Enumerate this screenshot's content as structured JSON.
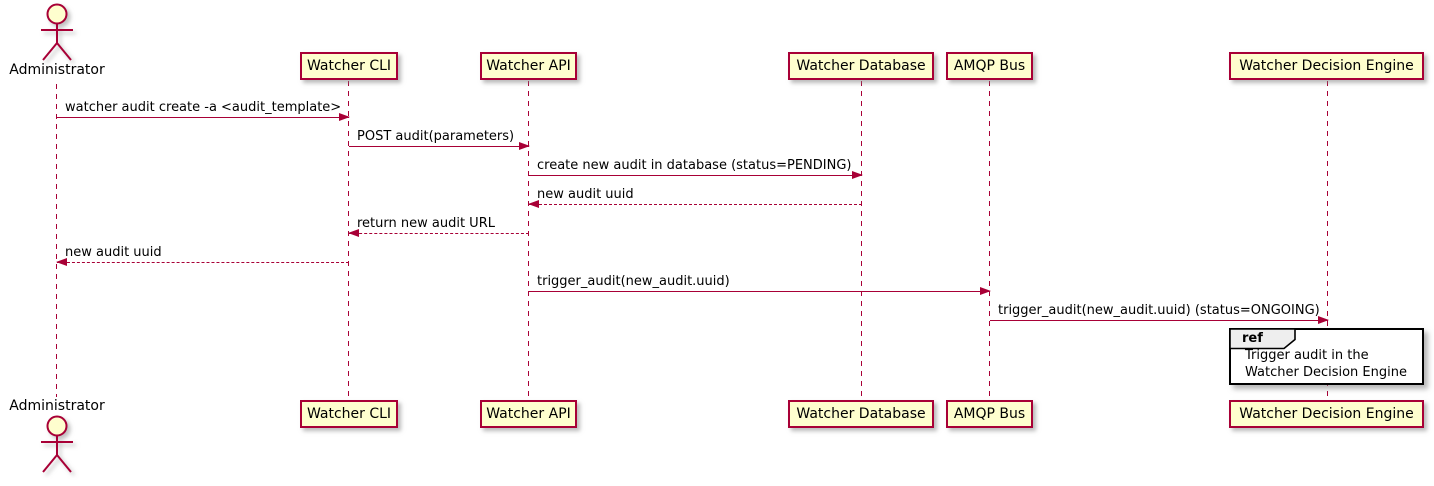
{
  "diagram_type": "sequence",
  "actor": {
    "label": "Administrator"
  },
  "participants": [
    {
      "label": "Watcher CLI"
    },
    {
      "label": "Watcher API"
    },
    {
      "label": "Watcher Database"
    },
    {
      "label": "AMQP Bus"
    },
    {
      "label": "Watcher Decision Engine"
    }
  ],
  "messages": [
    {
      "label": "watcher audit create -a <audit_template>",
      "from": "Administrator",
      "to": "Watcher CLI",
      "line": "solid",
      "direction": "right"
    },
    {
      "label": "POST audit(parameters)",
      "from": "Watcher CLI",
      "to": "Watcher API",
      "line": "solid",
      "direction": "right"
    },
    {
      "label": "create new audit in database (status=PENDING)",
      "from": "Watcher API",
      "to": "Watcher Database",
      "line": "solid",
      "direction": "right"
    },
    {
      "label": "new audit uuid",
      "from": "Watcher Database",
      "to": "Watcher API",
      "line": "dashed",
      "direction": "left"
    },
    {
      "label": "return new audit URL",
      "from": "Watcher API",
      "to": "Watcher CLI",
      "line": "dashed",
      "direction": "left"
    },
    {
      "label": "new audit uuid",
      "from": "Watcher CLI",
      "to": "Administrator",
      "line": "dashed",
      "direction": "left"
    },
    {
      "label": "trigger_audit(new_audit.uuid)",
      "from": "Watcher API",
      "to": "AMQP Bus",
      "line": "solid",
      "direction": "right"
    },
    {
      "label": "trigger_audit(new_audit.uuid) (status=ONGOING)",
      "from": "AMQP Bus",
      "to": "Watcher Decision Engine",
      "line": "solid",
      "direction": "right"
    }
  ],
  "ref": {
    "keyword": "ref",
    "line1": "Trigger audit in the",
    "line2": "Watcher Decision Engine"
  },
  "colors": {
    "accent": "#A80036",
    "participant_fill": "#FEFECE",
    "participant_border": "#A80036",
    "ref_header_fill": "#EEEEEE",
    "ref_border": "#000000",
    "text": "#000000"
  }
}
